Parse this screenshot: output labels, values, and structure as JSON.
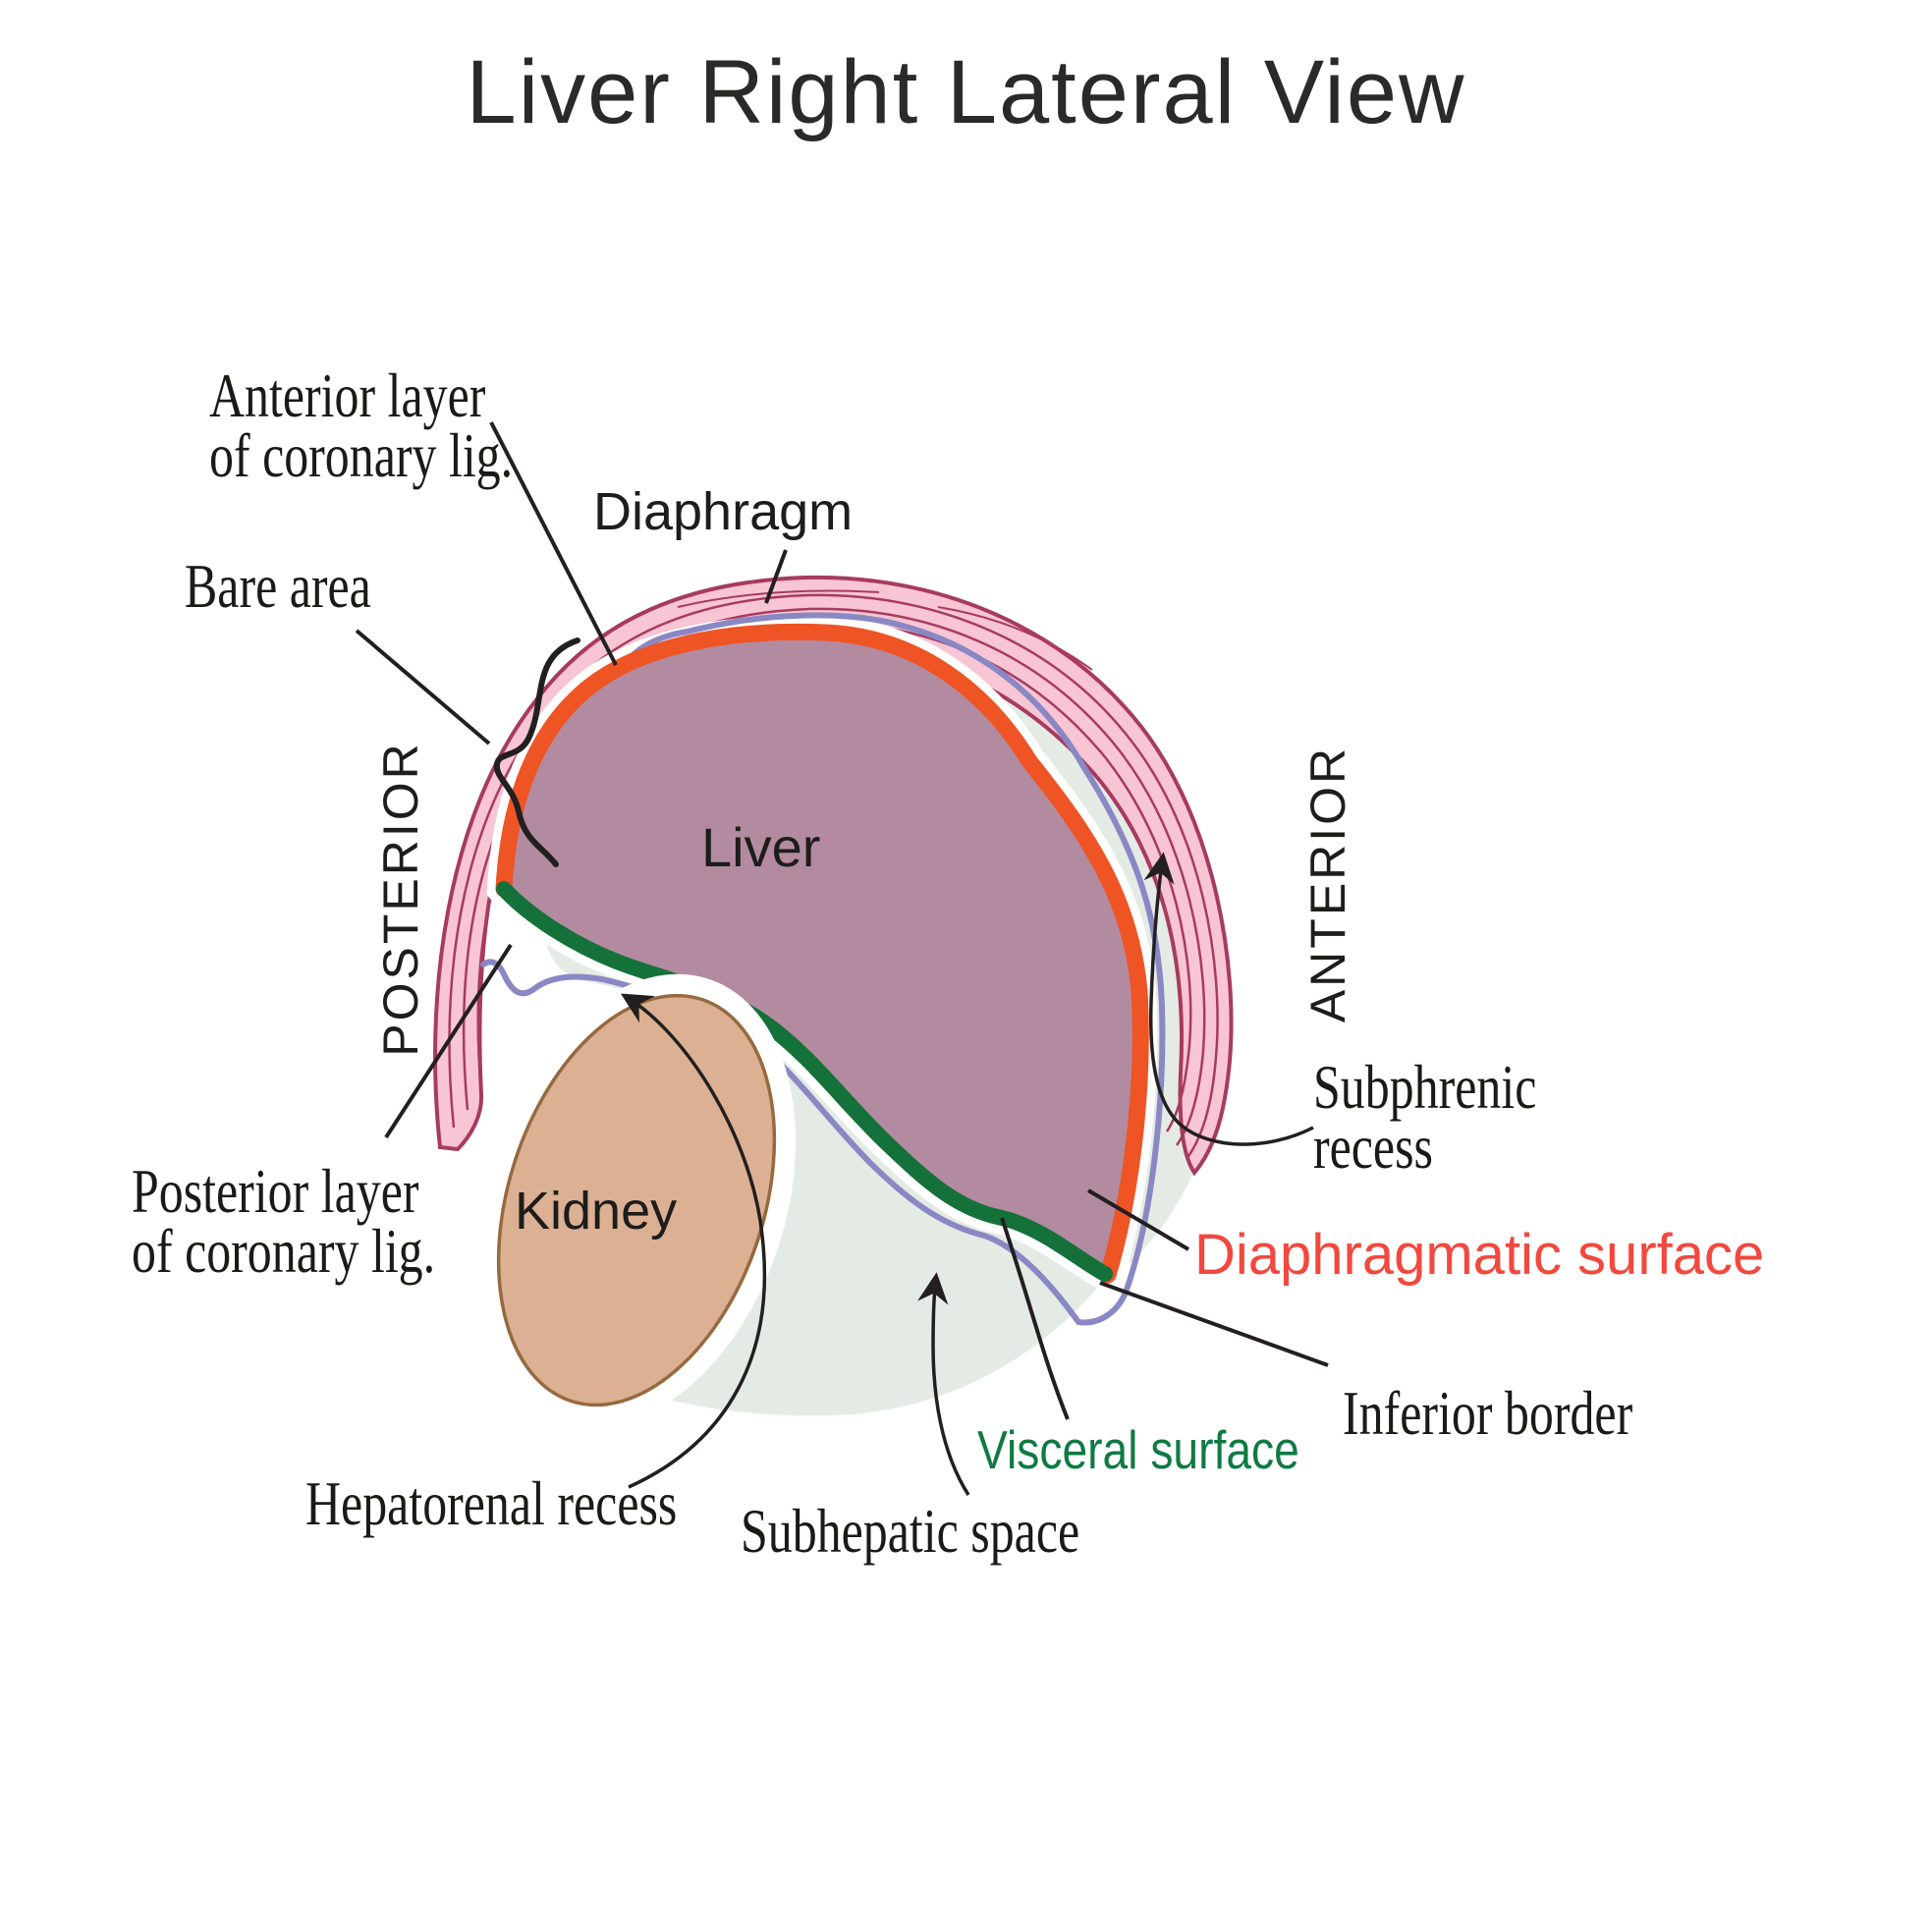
{
  "title": "Liver Right Lateral View",
  "colors": {
    "ink": "#231f20",
    "title_ink": "#2a2a28",
    "liver_fill": "#b38ba0",
    "diaphragmatic_orange": "#ef5424",
    "visceral_green": "#15713a",
    "peritoneum_purple": "#8a88c4",
    "diaphragm_pink": "#f8c5d4",
    "diaphragm_maroon": "#a73b5f",
    "recess_sage": "#e4ebe5",
    "kidney_fill": "#dcb193",
    "kidney_stroke": "#97693f",
    "label_red": "#f2483e",
    "label_green": "#0f7a43",
    "white": "#ffffff"
  },
  "figure": {
    "labels": {
      "diaphragm": "Diaphragm",
      "liver": "Liver",
      "kidney": "Kidney",
      "posterior_axis": "POSTERIOR",
      "anterior_axis": "ANTERIOR",
      "anterior_lig_line1": "Anterior layer",
      "anterior_lig_line2": "of coronary lig.",
      "bare_area": "Bare area",
      "posterior_lig_line1": "Posterior layer",
      "posterior_lig_line2": "of coronary lig.",
      "subphrenic_line1": "Subphrenic",
      "subphrenic_line2": "recess",
      "diaphragmatic_surface": "Diaphragmatic surface",
      "inferior_border": "Inferior border",
      "visceral_surface": "Visceral surface",
      "hepatorenal_recess": "Hepatorenal recess",
      "subhepatic_space": "Subhepatic space"
    }
  }
}
